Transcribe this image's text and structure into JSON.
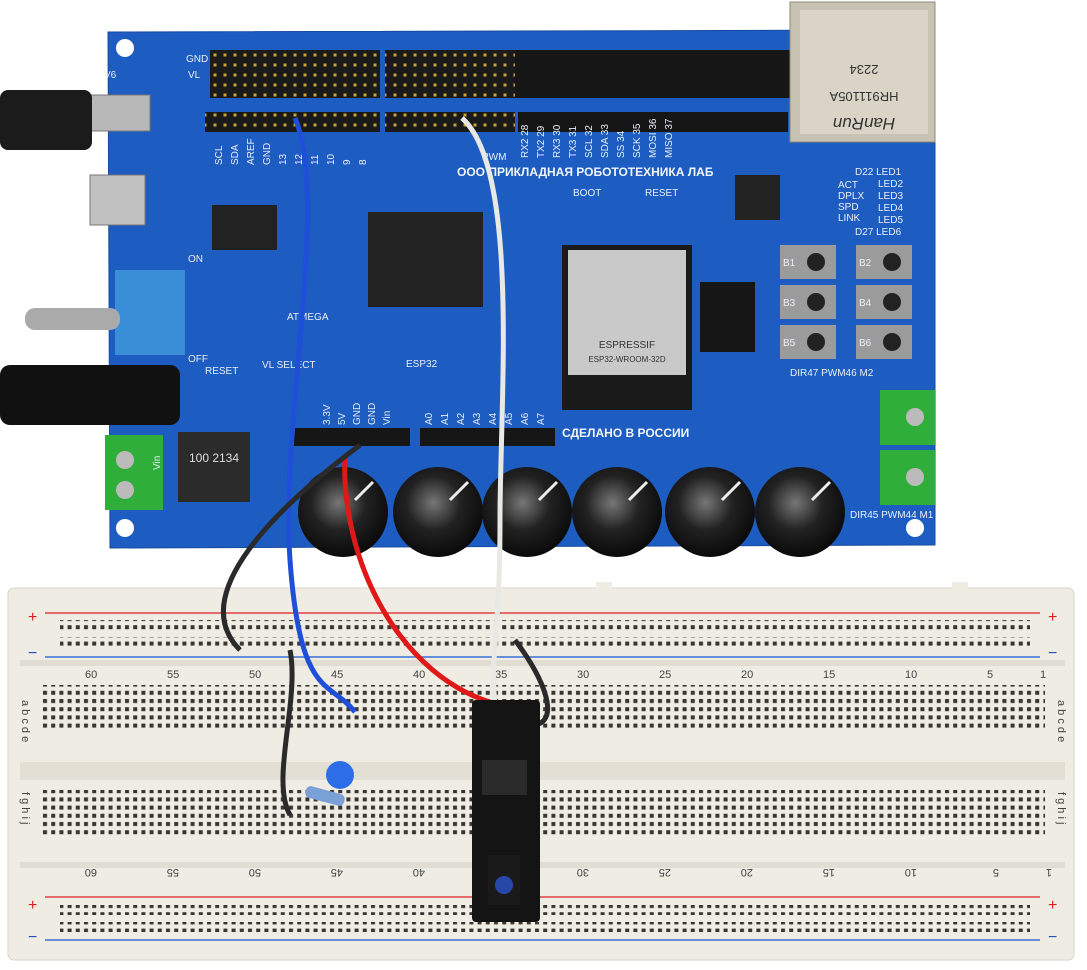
{
  "board": {
    "title": "ООО ПРИКЛАДНАЯ РОБОТОТЕХНИКА ЛАБ",
    "made_in": "СДЕЛАНО В РОССИИ",
    "pwm": "PWM",
    "boot": "BOOT",
    "reset_top": "RESET",
    "reset_left": "RESET",
    "atmega": "ATMEGA",
    "esp32": "ESP32",
    "vl_select": "VL SELECT",
    "switch_on": "ON",
    "switch_off": "OFF",
    "gnd": "GND",
    "vl": "VL",
    "v6": "V6",
    "vin": "Vin",
    "inductor": "100 2134",
    "ethernet": {
      "brand": "HanRun",
      "model": "HR911105A",
      "code": "2234"
    },
    "module": {
      "brand": "ESPRESSIF",
      "model": "ESP32-WROOM-32D"
    },
    "eth_leds": [
      "ACT",
      "DPLX",
      "SPD",
      "LINK"
    ],
    "leds": [
      "D22 LED1",
      "LED2",
      "LED3",
      "LED4",
      "LED5",
      "D27 LED6"
    ],
    "buttons": [
      "B1",
      "B2",
      "B3",
      "B4",
      "B5",
      "B6"
    ],
    "motor2": "DIR47 PWM46 M2",
    "motor1": "DIR45 PWM44 M1",
    "power_pins": [
      "3.3V",
      "5V",
      "GND",
      "GND",
      "Vin"
    ],
    "analog_pins": [
      "A0",
      "A1",
      "A2",
      "A3",
      "A4",
      "A5",
      "A6",
      "A7"
    ],
    "digital_pins": [
      "SCL",
      "SDA",
      "AREF",
      "GND",
      "13",
      "12",
      "11",
      "10",
      "9",
      "8"
    ],
    "serial_pins": [
      "RX2 28",
      "TX2 29",
      "RX3 30",
      "TX3 31",
      "SCL 32",
      "SDA 33",
      "SS 34",
      "SCK 35",
      "MOSI 36",
      "MISO 37"
    ]
  },
  "breadboard": {
    "column_numbers": [
      "60",
      "55",
      "50",
      "45",
      "40",
      "35",
      "30",
      "25",
      "20",
      "15",
      "10",
      "5",
      "1"
    ],
    "rows_top": "a b c d e",
    "rows_bottom": "f g h i j",
    "plus": "+",
    "minus": "−"
  },
  "colors": {
    "pcb": "#1d5cc0",
    "breadboard": "#efece4",
    "wire_red": "#e01818",
    "wire_blue": "#1f4fd8",
    "wire_white": "#e8e8e4",
    "wire_black": "#2a2a2a"
  }
}
